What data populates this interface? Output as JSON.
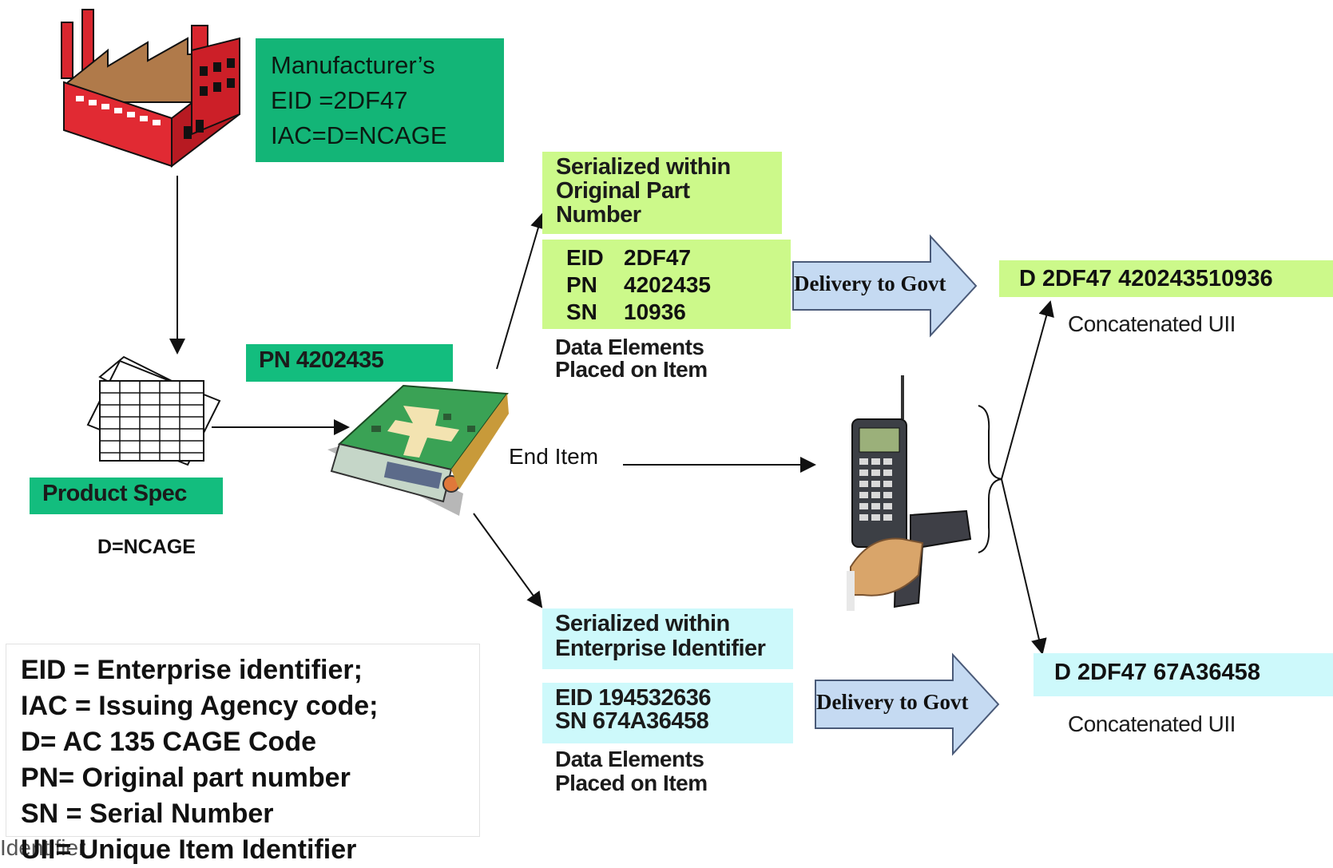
{
  "manufacturer_box": {
    "line1": "Manufacturer’s",
    "line2": "EID =2DF47",
    "line3": "IAC=D=NCAGE"
  },
  "product_spec": {
    "label": "Product Spec",
    "ncage_note": "D=NCAGE"
  },
  "part_number_label": "PN 4202435",
  "end_item_label": "End Item",
  "upper_branch": {
    "title_line1": "Serialized within",
    "title_line2": "Original Part",
    "title_line3": "Number",
    "eid_key": "EID",
    "eid_val": "2DF47",
    "pn_key": "PN",
    "pn_val": "4202435",
    "sn_key": "SN",
    "sn_val": "10936",
    "placed_line1": "Data Elements",
    "placed_line2": "Placed on Item",
    "delivery": "Delivery to Govt",
    "uii_value": "D 2DF47 420243510936",
    "uii_caption": "Concatenated UII"
  },
  "lower_branch": {
    "title_line1": "Serialized within",
    "title_line2": "Enterprise Identifier",
    "eid_line": "EID 194532636",
    "sn_line": "SN 674A36458",
    "placed_line1": "Data Elements",
    "placed_line2": "Placed on Item",
    "delivery": "Delivery to Govt",
    "uii_value": "D 2DF47 67A36458",
    "uii_caption": "Concatenated UII"
  },
  "legend": {
    "line1": "EID = Enterprise identifier;",
    "line2": "IAC  = Issuing Agency code;",
    "line3": "D= AC 135 CAGE Code",
    "line4": "PN= Original part number",
    "line5": "SN = Serial Number",
    "line6": "UII= Unique Item Identifier",
    "ghost": "Identifier"
  },
  "colors": {
    "manufacturer_green": "#13b577",
    "spec_green": "#13bd7e",
    "upper_lime": "#ccf98a",
    "lower_cyan": "#cdf9fb",
    "delivery_arrow": "#c5daf2",
    "factory_red": "#d8262e"
  },
  "icons": [
    "factory-icon",
    "spec-sheets-icon",
    "circuit-board-icon",
    "barcode-scanner-icon"
  ]
}
